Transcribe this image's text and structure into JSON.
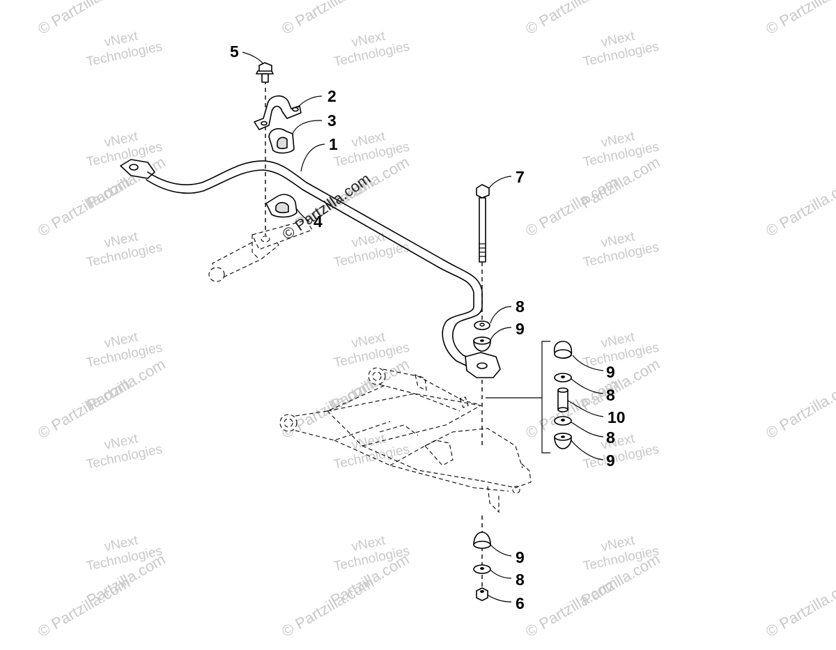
{
  "watermarks": {
    "vnext_line1": "vNext",
    "vnext_line2": "Technologies",
    "partzilla": "© Partzilla.com",
    "partzilla_overlay": "© Partzilla.com"
  },
  "callouts": [
    {
      "id": "c5",
      "label": "5"
    },
    {
      "id": "c2",
      "label": "2"
    },
    {
      "id": "c3",
      "label": "3"
    },
    {
      "id": "c1",
      "label": "1"
    },
    {
      "id": "c4",
      "label": "4"
    },
    {
      "id": "c7",
      "label": "7"
    },
    {
      "id": "c8a",
      "label": "8"
    },
    {
      "id": "c9a",
      "label": "9"
    },
    {
      "id": "c9b",
      "label": "9"
    },
    {
      "id": "c8b",
      "label": "8"
    },
    {
      "id": "c10",
      "label": "10"
    },
    {
      "id": "c8c",
      "label": "8"
    },
    {
      "id": "c9c",
      "label": "9"
    },
    {
      "id": "c9d",
      "label": "9"
    },
    {
      "id": "c8d",
      "label": "8"
    },
    {
      "id": "c6",
      "label": "6"
    }
  ]
}
